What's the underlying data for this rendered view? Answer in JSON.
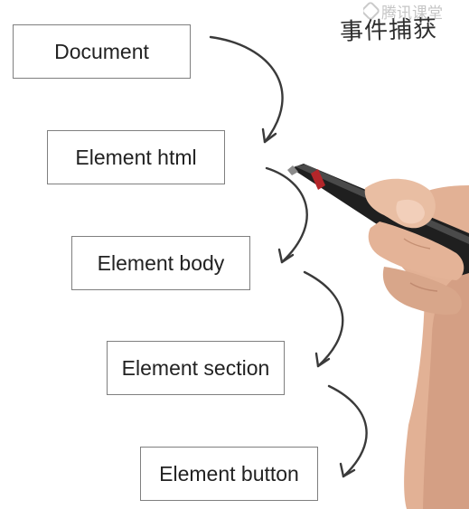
{
  "title": "事件捕获",
  "watermark": "腾讯课堂",
  "nodes": [
    {
      "label": "Document"
    },
    {
      "label": "Element html"
    },
    {
      "label": "Element body"
    },
    {
      "label": "Element section"
    },
    {
      "label": "Element button"
    }
  ],
  "colors": {
    "box_border": "#7f7f7f",
    "text": "#222222",
    "arrow": "#3a3a3a",
    "pen_body": "#1f1f1f",
    "pen_band": "#b3262a",
    "skin": "#e7b99d"
  },
  "icons": {
    "arrow": "curved-arrow-icon",
    "hand": "hand-holding-pen-icon",
    "watermark": "watermark-logo-icon"
  }
}
